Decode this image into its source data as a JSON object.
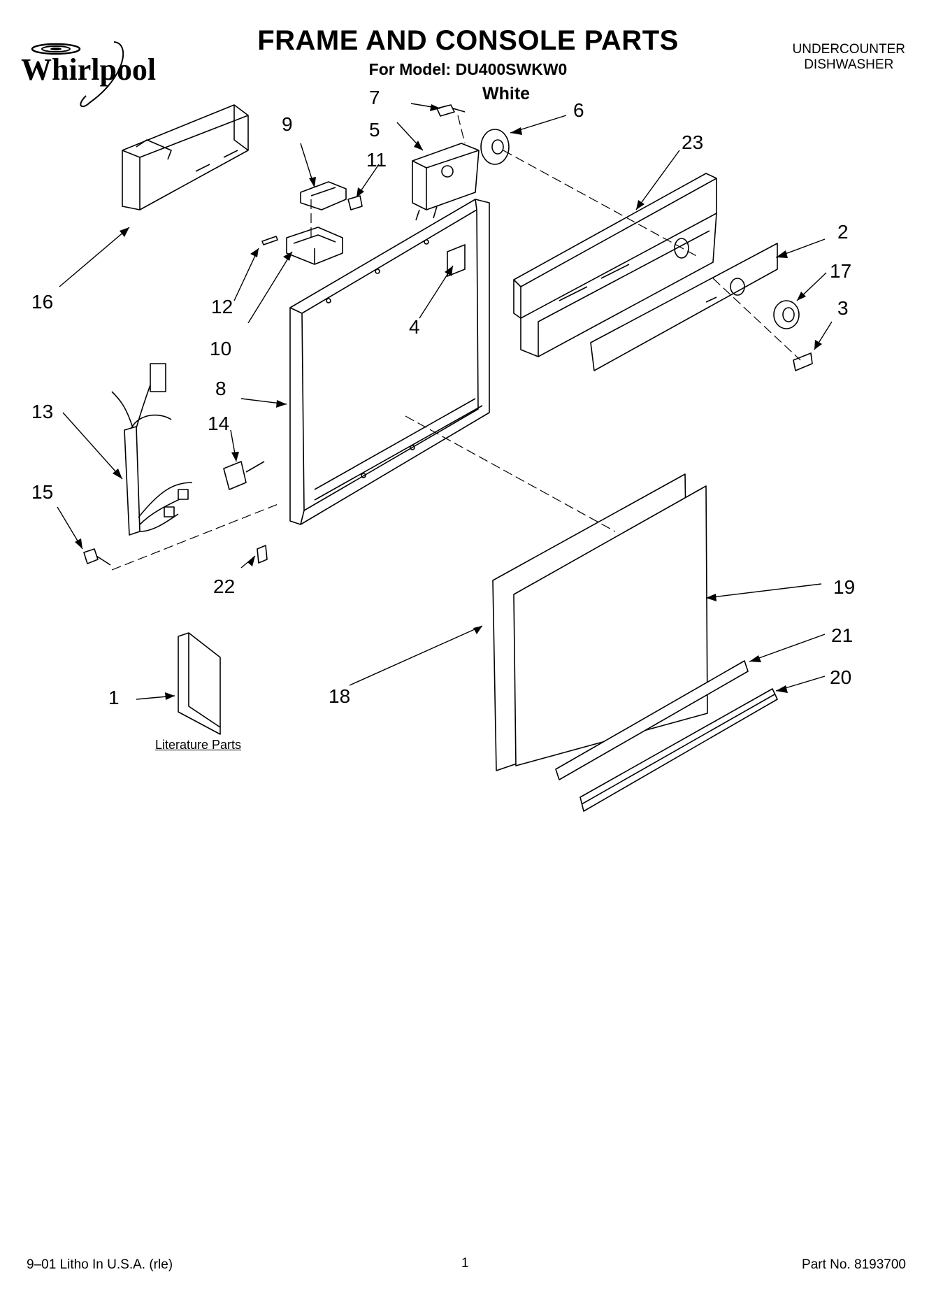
{
  "header": {
    "brand": "Whirlpool",
    "title": "FRAME AND CONSOLE PARTS",
    "model_line": "For Model: DU400SWKW0",
    "color": "White",
    "product_line1": "UNDERCOUNTER",
    "product_line2": "DISHWASHER"
  },
  "diagram": {
    "literature_label": "Literature Parts",
    "callouts": [
      "1",
      "2",
      "3",
      "4",
      "5",
      "6",
      "7",
      "8",
      "9",
      "10",
      "11",
      "12",
      "13",
      "14",
      "15",
      "16",
      "17",
      "18",
      "19",
      "20",
      "21",
      "22",
      "23"
    ]
  },
  "footer": {
    "litho": "9–01 Litho In U.S.A. (rle)",
    "page": "1",
    "part_no": "Part No. 8193700"
  }
}
